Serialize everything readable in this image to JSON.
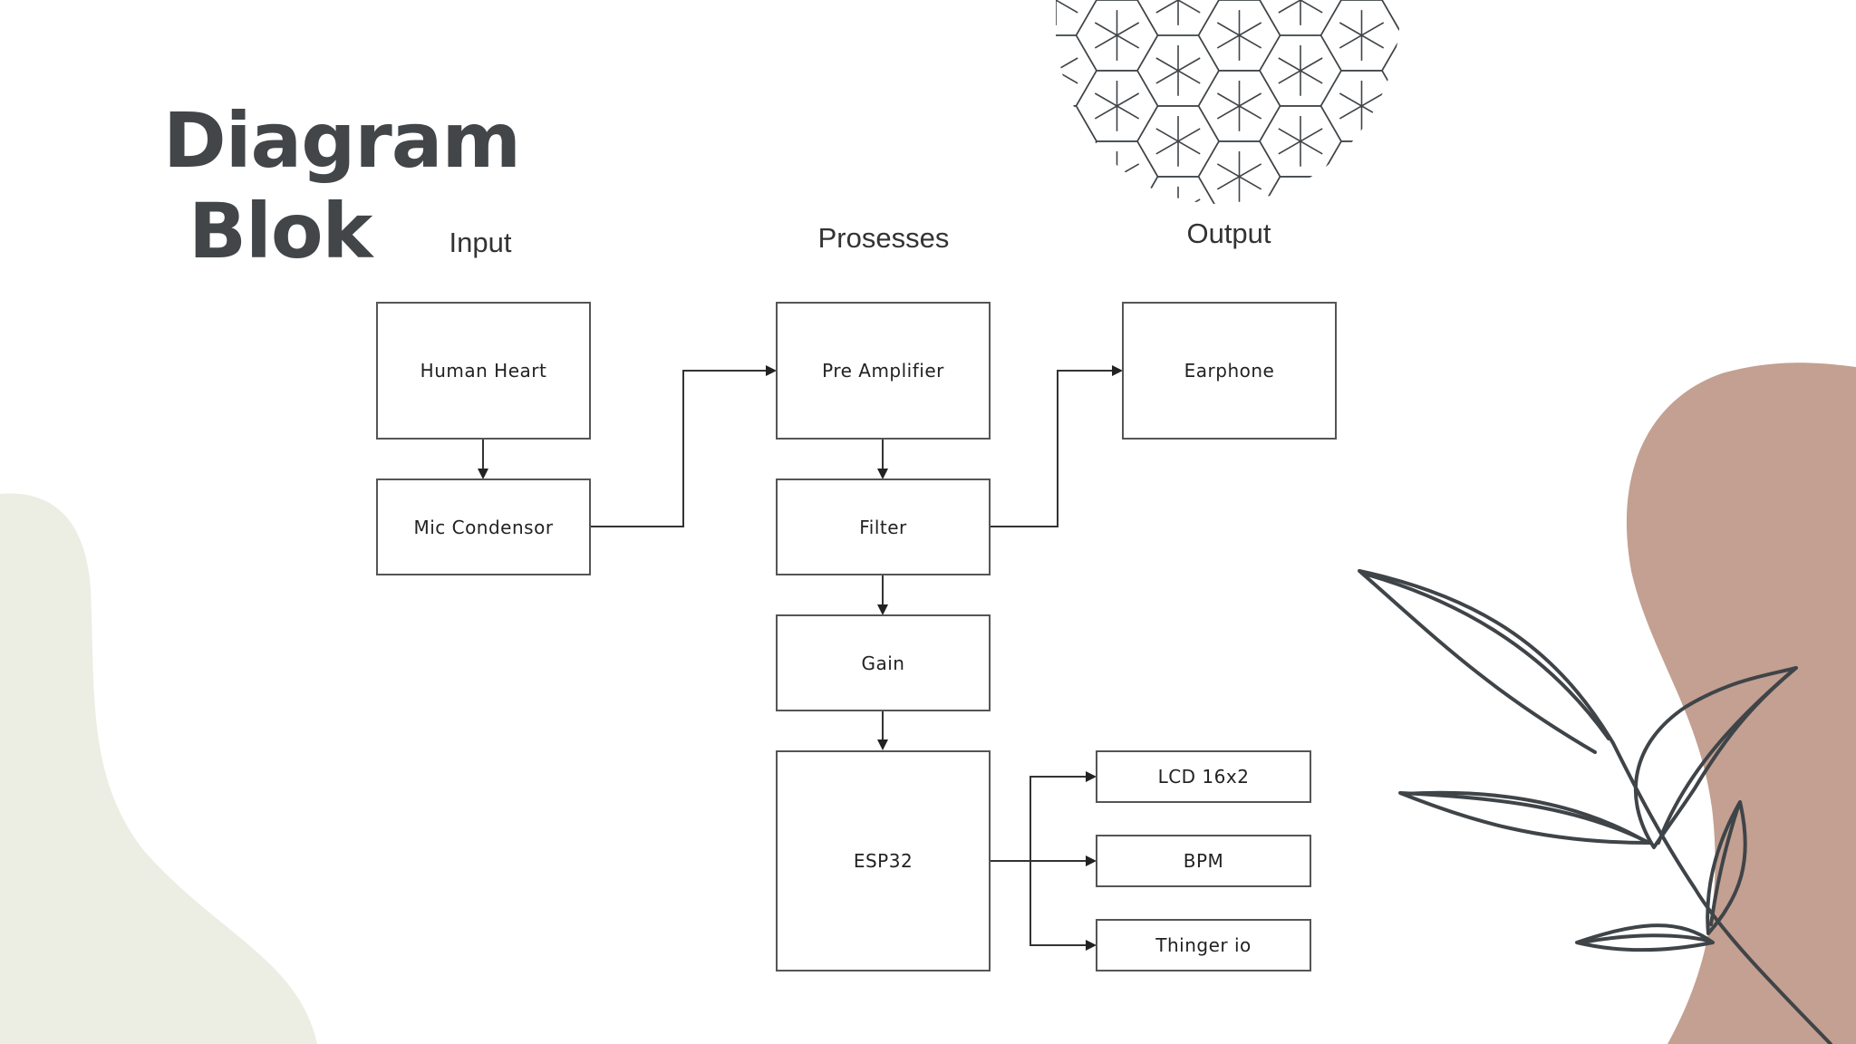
{
  "slide": {
    "title_line1": "Diagram",
    "title_line2": "Blok"
  },
  "columns": {
    "input": "Input",
    "process": "Prosesses",
    "output": "Output"
  },
  "blocks": {
    "human_heart": "Human Heart",
    "mic_condensor": "Mic Condensor",
    "pre_amplifier": "Pre Amplifier",
    "filter": "Filter",
    "gain": "Gain",
    "esp32": "ESP32",
    "earphone": "Earphone",
    "lcd": "LCD 16x2",
    "bpm": "BPM",
    "thinger": "Thinger io"
  },
  "colors": {
    "title": "#424649",
    "left_blob": "#ecede3",
    "right_blob": "#c3a091",
    "leaf_line": "#3f4448",
    "block_border": "#555555"
  },
  "icons": [
    "hexagon-pattern-icon",
    "leaf-branch-icon"
  ]
}
